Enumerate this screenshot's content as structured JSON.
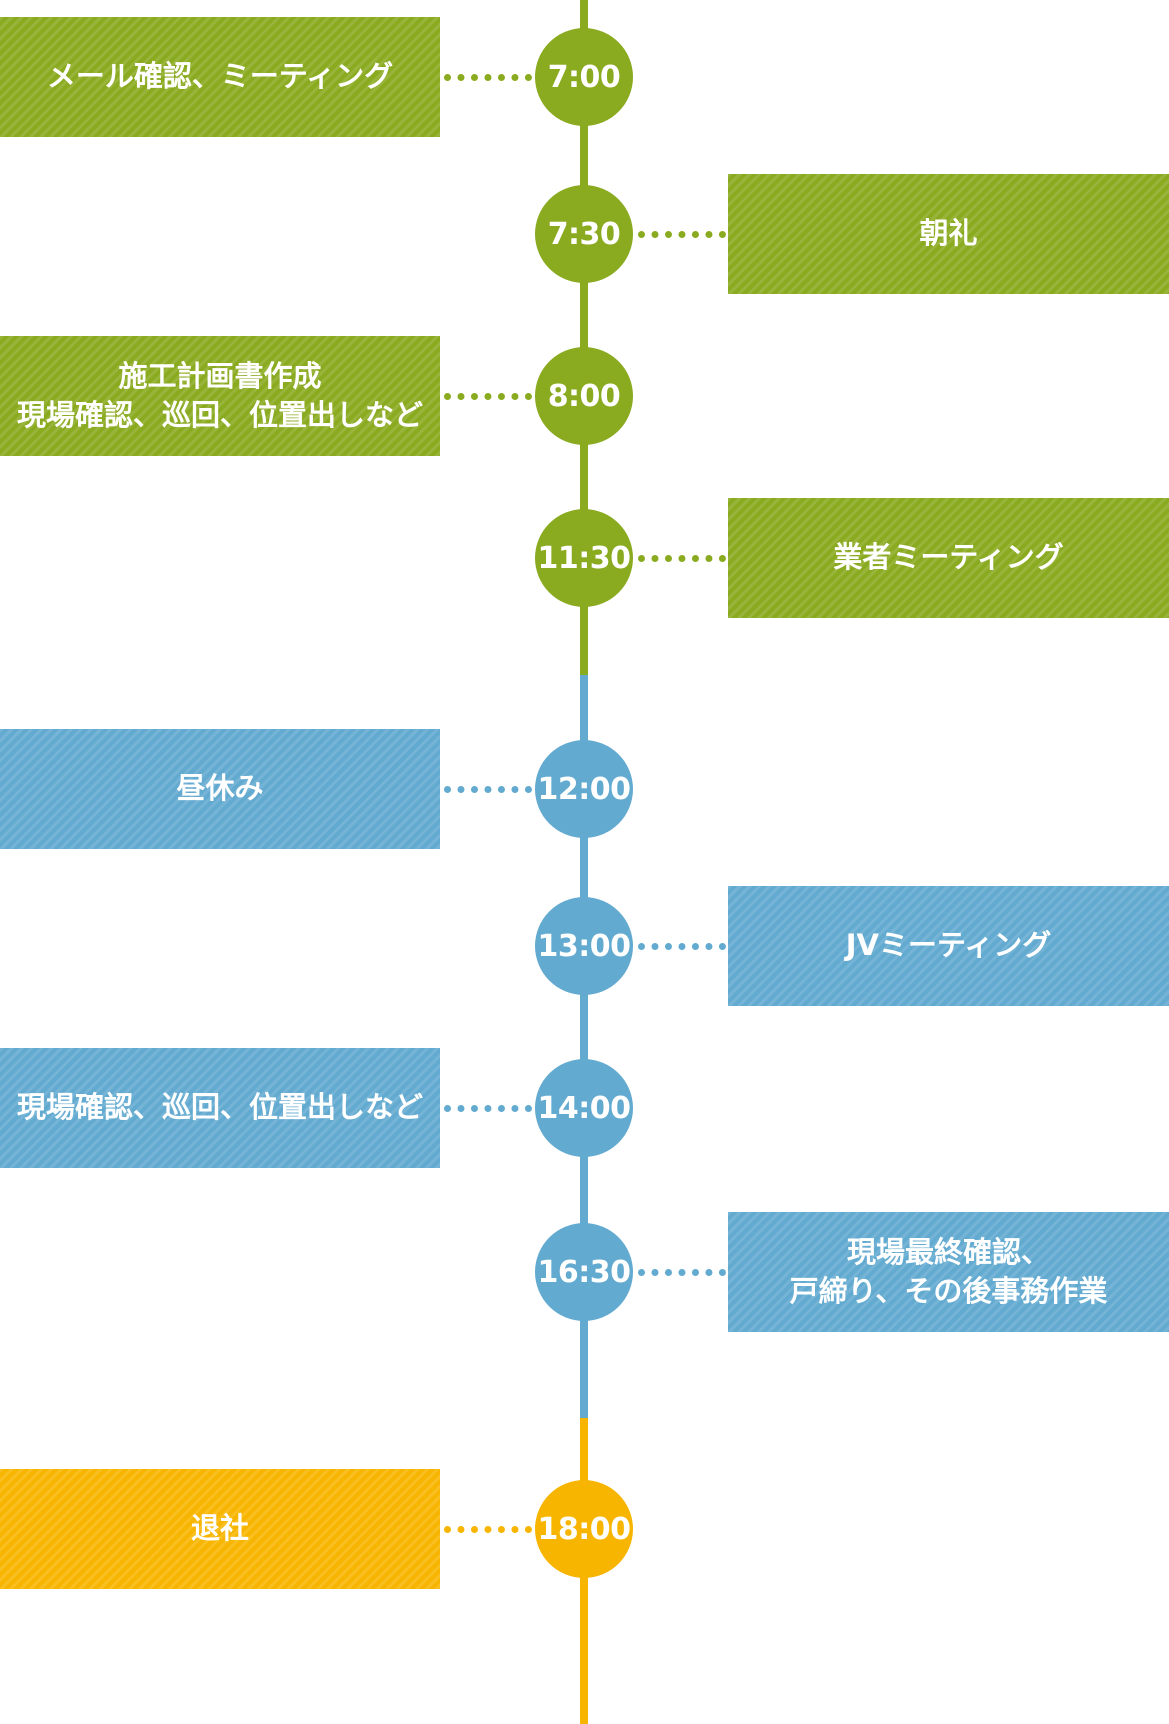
{
  "colors": {
    "morning": "#8aaa1f",
    "afternoon": "#62aad0",
    "evening": "#f8b500"
  },
  "events": [
    {
      "time": "7:00",
      "label": "メール確認、ミーティング",
      "side": "left",
      "phase": "morning"
    },
    {
      "time": "7:30",
      "label": "朝礼",
      "side": "right",
      "phase": "morning"
    },
    {
      "time": "8:00",
      "label": "施工計画書作成\n現場確認、巡回、位置出しなど",
      "side": "left",
      "phase": "morning"
    },
    {
      "time": "11:30",
      "label": "業者ミーティング",
      "side": "right",
      "phase": "morning"
    },
    {
      "time": "12:00",
      "label": "昼休み",
      "side": "left",
      "phase": "afternoon"
    },
    {
      "time": "13:00",
      "label": "JVミーティング",
      "side": "right",
      "phase": "afternoon"
    },
    {
      "time": "14:00",
      "label": "現場確認、巡回、位置出しなど",
      "side": "left",
      "phase": "afternoon"
    },
    {
      "time": "16:30",
      "label": "現場最終確認、\n戸締り、その後事務作業",
      "side": "right",
      "phase": "afternoon"
    },
    {
      "time": "18:00",
      "label": "退社",
      "side": "left",
      "phase": "evening"
    }
  ]
}
